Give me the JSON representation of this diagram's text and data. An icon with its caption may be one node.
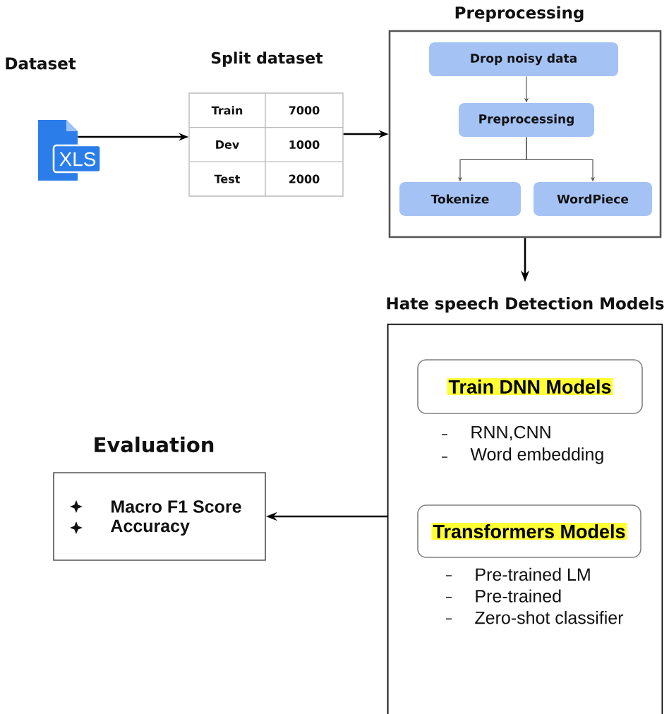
{
  "diagram": {
    "nodes": [
      {
        "text": [
          "Dataset",
          "XLS"
        ]
      },
      {
        "text": [
          "Split dataset",
          "Train",
          "7000",
          "Dev",
          "1000",
          "Test",
          "2000"
        ]
      },
      {
        "text": [
          "Preprocessing"
        ]
      },
      {
        "text": [
          "Drop noisy data"
        ],
        "in": 2
      },
      {
        "text": [
          "Preprocessing"
        ],
        "in": 2
      },
      {
        "text": [
          "Tokenize"
        ],
        "in": 2
      },
      {
        "text": [
          "WordPiece"
        ],
        "in": 2
      },
      {
        "text": [
          "Hate speech Detection Models"
        ]
      },
      {
        "text": [
          "Train DNN Models"
        ],
        "in": 7,
        "beside": [
          "RNN,CNN",
          "Word embedding"
        ]
      },
      {
        "text": [
          "Transformers Models"
        ],
        "in": 7,
        "beside": [
          "Pre-trained LM",
          "Pre-trained",
          "Zero-shot classifier"
        ]
      },
      {
        "text": [
          "Evaluation",
          "Macro F1 Score",
          "Accuracy"
        ]
      }
    ],
    "edges": [
      {
        "from": 0,
        "to": 1,
        "arrow": "to"
      },
      {
        "from": 1,
        "to": 2,
        "arrow": "to"
      },
      {
        "from": 3,
        "to": 4,
        "arrow": "to",
        "color": "#555555"
      },
      {
        "from": 4,
        "to": 5,
        "arrow": "to",
        "color": "#555555"
      },
      {
        "from": 4,
        "to": 6,
        "arrow": "to",
        "color": "#555555"
      },
      {
        "from": 2,
        "to": 7,
        "arrow": "to"
      },
      {
        "from": 7,
        "to": 10,
        "arrow": "to"
      }
    ]
  }
}
